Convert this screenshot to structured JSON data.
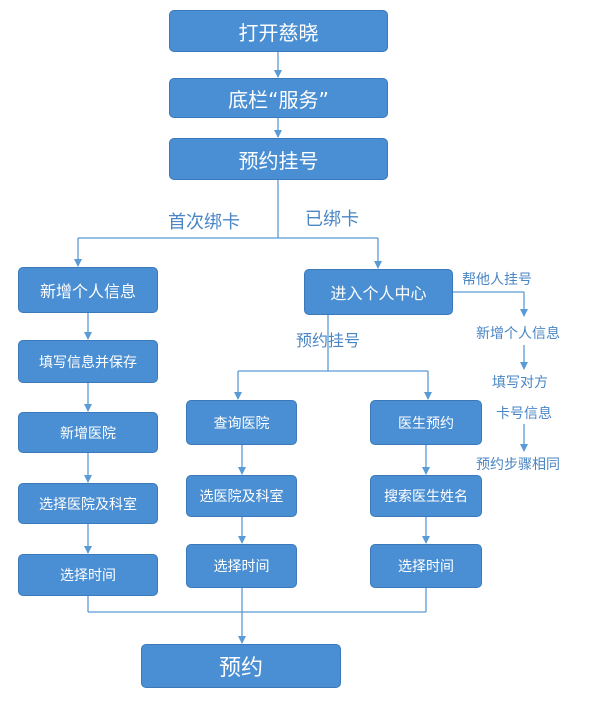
{
  "nodes": {
    "open_app": "打开慈晓",
    "bottom_bar_service": "底栏“服务”",
    "appointment_registration": "预约挂号",
    "add_personal_info": "新增个人信息",
    "fill_info_save": "填写信息并保存",
    "add_hospital": "新增医院",
    "select_hospital_dept_left": "选择医院及科室",
    "select_time_left": "选择时间",
    "enter_personal_center": "进入个人中心",
    "query_hospital": "查询医院",
    "select_hospital_dept_mid": "选医院及科室",
    "select_time_mid": "选择时间",
    "doctor_appointment": "医生预约",
    "search_doctor_name": "搜索医生姓名",
    "select_time_right": "选择时间",
    "reserve": "预约"
  },
  "labels": {
    "first_bind": "首次绑卡",
    "already_bound": "已绑卡",
    "appointment_registration": "预约挂号",
    "register_for_others": "帮他人挂号",
    "others_add_info": "新增个人信息",
    "fill_other_line1": "填写对方",
    "fill_other_line2": "卡号信息",
    "same_steps": "预约步骤相同"
  },
  "colors": {
    "box_fill": "#4a8fd3",
    "box_border": "#3b79b8",
    "line": "#5b9bd5",
    "label_text": "#4a86c5"
  }
}
